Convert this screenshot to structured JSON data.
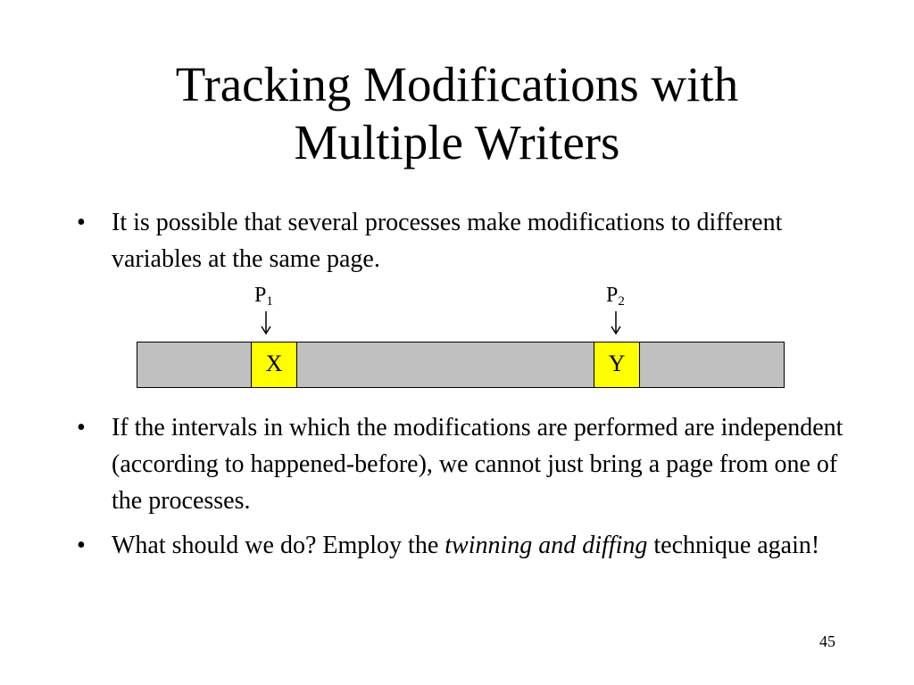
{
  "slide": {
    "title_line1": "Tracking Modifications with",
    "title_line2": "Multiple Writers",
    "bullets": [
      {
        "marker": "•",
        "text": "It is possible that several processes make modifications to different variables at the same page."
      },
      {
        "marker": "•",
        "text": "If the intervals in which the modifications are performed are independent (according to happened-before), we cannot just bring a page from one of the processes."
      },
      {
        "marker": "•",
        "text_before": "What should we do? Employ the ",
        "emphasis": "twinning and diffing",
        "text_after": " technique again!"
      }
    ],
    "page_number": "45"
  },
  "diagram": {
    "processes": [
      {
        "letter": "P",
        "subscript": "1"
      },
      {
        "letter": "P",
        "subscript": "2"
      }
    ],
    "variables": [
      "X",
      "Y"
    ],
    "colors": {
      "page": "#c0c0c0",
      "variable": "#ffff00",
      "outline": "#000000"
    }
  }
}
